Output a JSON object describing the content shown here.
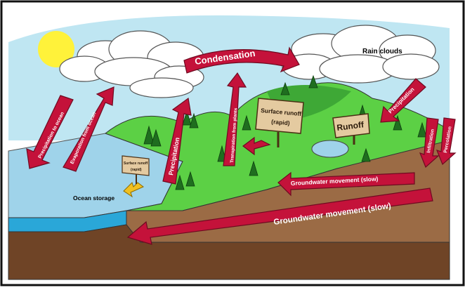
{
  "colors": {
    "sky": "#bfe6f2",
    "sun": "#fff23a",
    "ocean_top": "#9fd3ea",
    "ocean_side": "#2aa7d8",
    "land_green": "#5cd045",
    "land_dark_green": "#3ea836",
    "soil_top": "#9b6b45",
    "soil_side": "#6f4426",
    "arrow_fill": "#c4123a",
    "arrow_edge": "#6e0a20",
    "sign_fill": "#e4caa0",
    "cloud": "#ffffff"
  },
  "labels": {
    "condensation": "Condensation",
    "rain_clouds": "Rain clouds",
    "precipitation_to_ocean": "Precipitation to ocean",
    "evaporation_from_ocean": "Evaporation from ocean",
    "precipitation_left": "Precipitation",
    "transpiration": "Transpiration from plants",
    "precipitation_right": "Precipitation",
    "surface_runoff_sign_line1": "Surface runoff",
    "surface_runoff_sign_line2": "(rapid)",
    "surface_runoff_small_line1": "Surface runoff",
    "surface_runoff_small_line2": "(rapid)",
    "runoff_sign": "Runoff",
    "infiltration": "Infiltration",
    "percolation": "Percolation",
    "groundwater_upper": "Groundwater movement (slow)",
    "groundwater_lower": "Groundwater movement (slow)",
    "ocean_storage": "Ocean storage"
  }
}
